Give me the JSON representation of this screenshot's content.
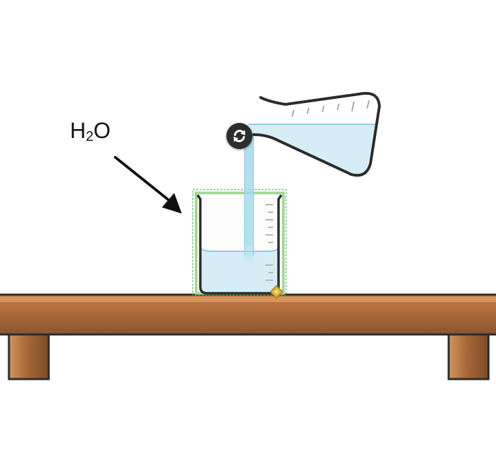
{
  "label": {
    "molecule_main": "H",
    "molecule_sub": "2",
    "molecule_end": "O"
  },
  "icons": {
    "rotate": "rotate-icon",
    "resize": "resize-handle-icon",
    "arrow": "arrow-icon"
  },
  "colors": {
    "water": "#d6edf5",
    "water_edge": "#8ccbe2",
    "stream": "#bfe3f1",
    "glass_outline": "#2b2b2b",
    "selection": "#7cc576",
    "table_top": "#b8733e",
    "table_highlight": "#d6955c",
    "table_leg": "#a8693a",
    "handle": "#e0b43a"
  }
}
